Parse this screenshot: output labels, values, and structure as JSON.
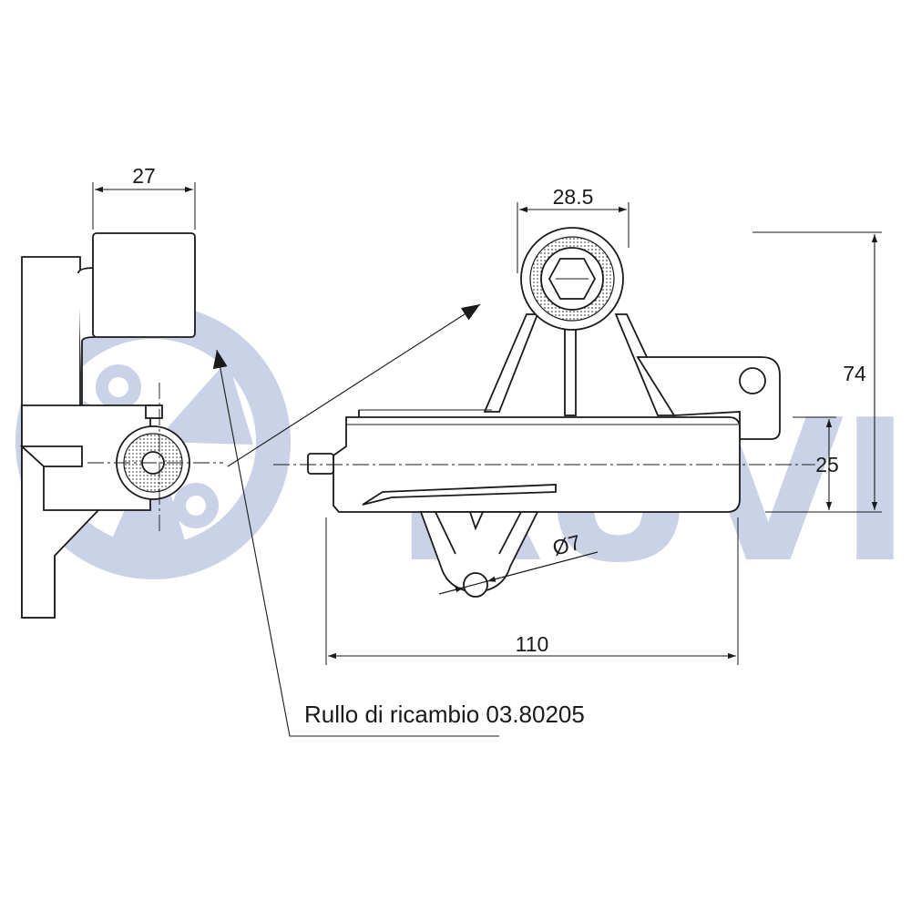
{
  "watermark": {
    "brand": "RUVILLE",
    "color": "#c9d2e6"
  },
  "dimensions": {
    "width_left": "27",
    "pulley_width": "28.5",
    "height_total": "74",
    "height_offset": "25",
    "hole_diameter": "Ø7",
    "length": "110"
  },
  "caption": "Rullo di ricambio 03.80205",
  "colors": {
    "line": "#1a1a1a",
    "background": "#ffffff"
  }
}
